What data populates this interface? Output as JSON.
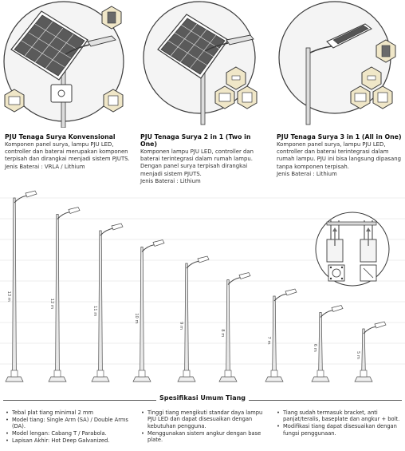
{
  "products": [
    {
      "title": "PJU Tenaga Surya Konvensional",
      "description": "Komponen panel surya, lampu PJU LED, controller dan baterai merupakan komponen terpisah dan dirangkai menjadi sistem PJUTS.",
      "battery_label": "Jenis Baterai",
      "battery_value": "VRLA / Lithium"
    },
    {
      "title": "PJU Tenaga Surya 2 in 1 (Two in One)",
      "description": "Komponen lampu PJU LED, controller dan baterai terintegrasi dalam rumah lampu. Dengan panel surya terpisah dirangkai menjadi sistem PJUTS.",
      "battery_label": "Jenis Baterai",
      "battery_value": "Lithium"
    },
    {
      "title": "PJU Tenaga Surya 3 in 1 (All in One)",
      "description": "Komponen panel surya, lampu PJU LED, controller dan baterai terintegrasi dalam rumah lampu. PJU ini bisa langsung dipasang tanpa komponen terpisah.",
      "battery_label": "Jenis Baterai",
      "battery_value": "Lithium"
    }
  ],
  "pole_heights": [
    "13 m",
    "12 m",
    "11 m",
    "10 m",
    "9 m",
    "8 m",
    "7 m",
    "6 m",
    "5 m"
  ],
  "spec_section_title": "Spesifikasi Umum Tiang",
  "spec_columns": [
    [
      "Tebal plat tiang minimal 2 mm",
      "Model tiang: Single Arm (SA) / Double Arms (DA).",
      "Model lengan: Cabang T / Parabola.",
      "Lapisan Akhir: Hot Deep Galvanized."
    ],
    [
      "Tinggi tiang mengikuti standar daya lampu PJU LED dan dapat disesuaikan dengan kebutuhan pengguna.",
      "Menggunakan sistem angkur dengan base plate."
    ],
    [
      "Tiang sudah termasuk bracket, anti panjat/teralis, baseplate dan angkur + bolt.",
      "Modifikasi tiang dapat disesuaikan dengan fungsi penggunaan."
    ]
  ],
  "colors": {
    "line": "#4a4a4a",
    "light_gray": "#eeeeee",
    "panel_dark": "#3c3c3c",
    "background": "#ffffff"
  }
}
